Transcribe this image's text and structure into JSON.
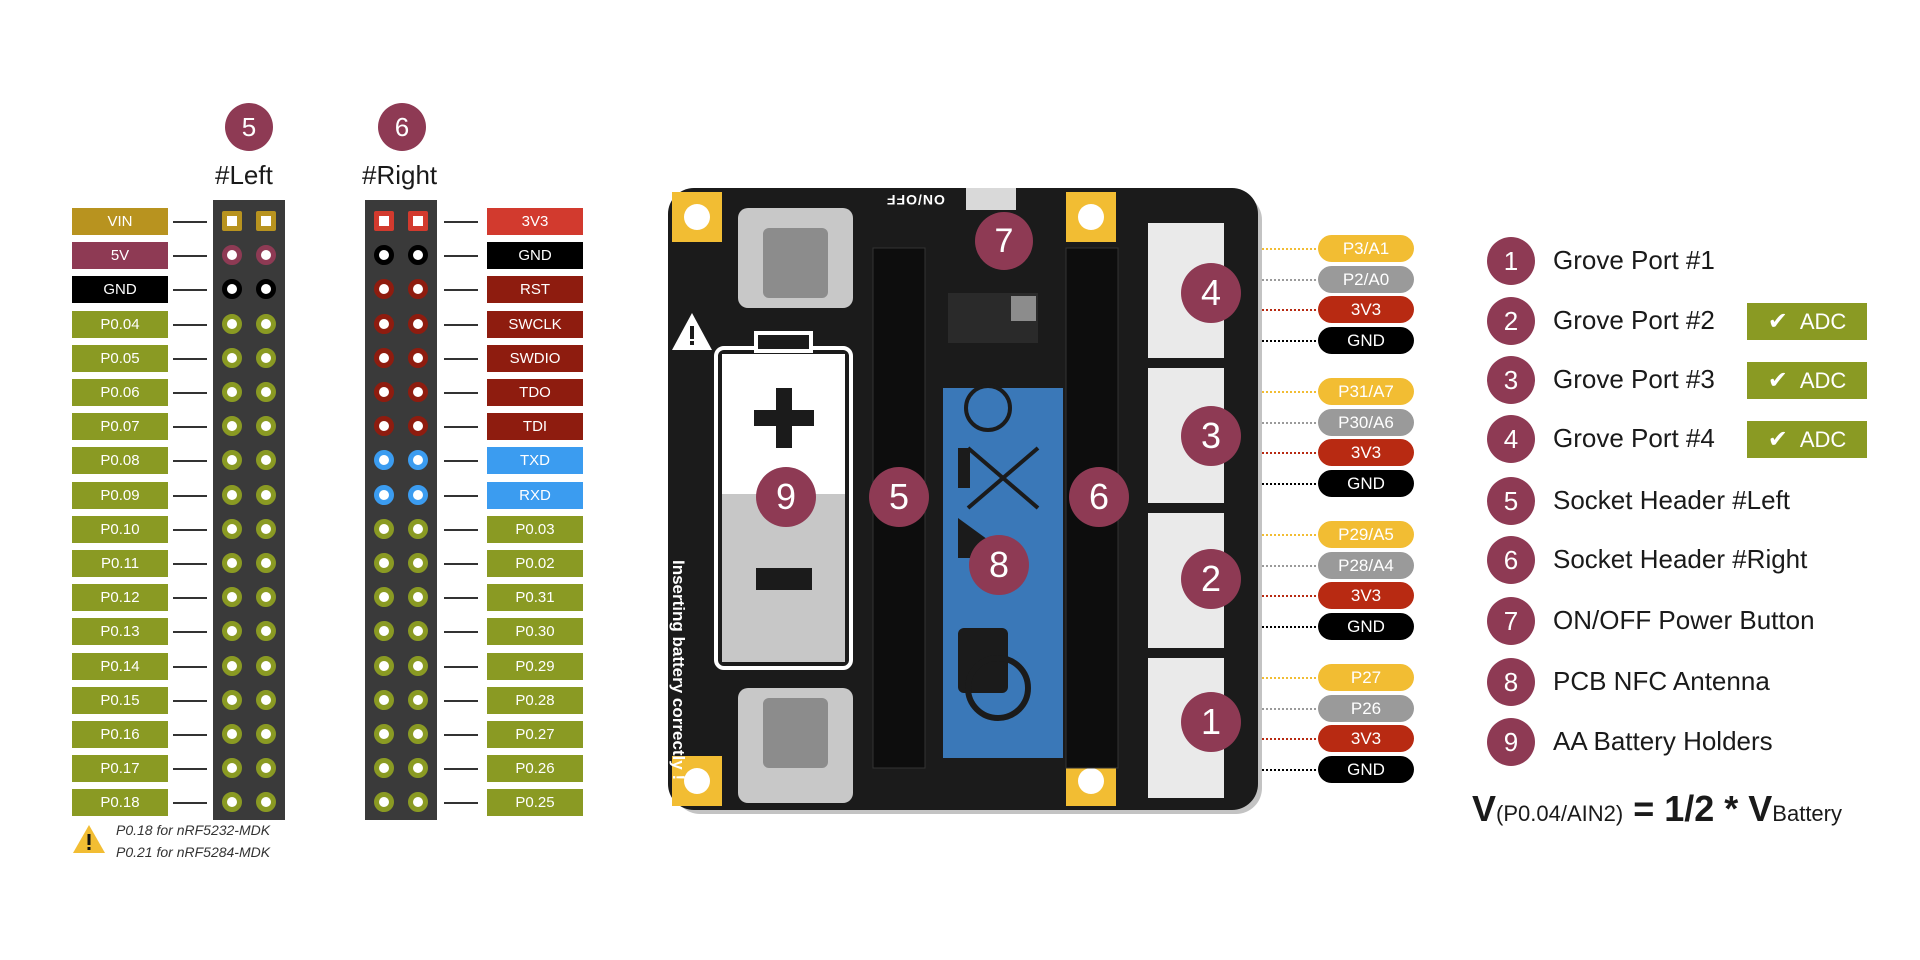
{
  "headers": {
    "left": {
      "marker": "5",
      "title": "#Left"
    },
    "right": {
      "marker": "6",
      "title": "#Right"
    }
  },
  "left_pins": [
    "VIN",
    "5V",
    "GND",
    "P0.04",
    "P0.05",
    "P0.06",
    "P0.07",
    "P0.08",
    "P0.09",
    "P0.10",
    "P0.11",
    "P0.12",
    "P0.13",
    "P0.14",
    "P0.15",
    "P0.16",
    "P0.17",
    "P0.18"
  ],
  "right_pins": [
    "3V3",
    "GND",
    "RST",
    "SWCLK",
    "SWDIO",
    "TDO",
    "TDI",
    "TXD",
    "RXD",
    "P0.03",
    "P0.02",
    "P0.31",
    "P0.30",
    "P0.29",
    "P0.28",
    "P0.27",
    "P0.26",
    "P0.25"
  ],
  "colors": {
    "gold": "#b8931f",
    "maroon": "#8e3a54",
    "black": "#000000",
    "olive": "#8a9a23",
    "red": "#d23a2e",
    "darkred": "#8e1c0f",
    "blue": "#3b9cf0",
    "board": "#1b1b1b",
    "yellow_pill": "#f2bd33",
    "gray_pill": "#9a9a9a",
    "red_pill": "#b82a12"
  },
  "note": {
    "line1": "P0.18 for nRF5232-MDK",
    "line2": "P0.21 for nRF5284-MDK"
  },
  "board": {
    "on_off_label": "ON/OFF",
    "battery_text": "Inserting battery correctly !",
    "markers": [
      "7",
      "4",
      "3",
      "2",
      "1",
      "9",
      "5",
      "8",
      "6"
    ]
  },
  "grove_ports": [
    {
      "number": "4",
      "pins": [
        "P3/A1",
        "P2/A0",
        "3V3",
        "GND"
      ]
    },
    {
      "number": "3",
      "pins": [
        "P31/A7",
        "P30/A6",
        "3V3",
        "GND"
      ]
    },
    {
      "number": "2",
      "pins": [
        "P29/A5",
        "P28/A4",
        "3V3",
        "GND"
      ]
    },
    {
      "number": "1",
      "pins": [
        "P27",
        "P26",
        "3V3",
        "GND"
      ]
    }
  ],
  "legend": [
    {
      "number": "1",
      "text": "Grove Port #1",
      "adc": ""
    },
    {
      "number": "2",
      "text": "Grove Port #2",
      "adc": "ADC"
    },
    {
      "number": "3",
      "text": "Grove Port #3",
      "adc": "ADC"
    },
    {
      "number": "4",
      "text": "Grove Port #4",
      "adc": "ADC"
    },
    {
      "number": "5",
      "text": "Socket Header #Left",
      "adc": ""
    },
    {
      "number": "6",
      "text": "Socket Header #Right",
      "adc": ""
    },
    {
      "number": "7",
      "text": "ON/OFF Power Button",
      "adc": ""
    },
    {
      "number": "8",
      "text": "PCB NFC Antenna",
      "adc": ""
    },
    {
      "number": "9",
      "text": "AA Battery Holders",
      "adc": ""
    }
  ],
  "formula": {
    "v": "V",
    "sub1": "(P0.04/AIN2)",
    "mid": " = 1/2 * ",
    "v2": "V",
    "sub2": "Battery"
  }
}
